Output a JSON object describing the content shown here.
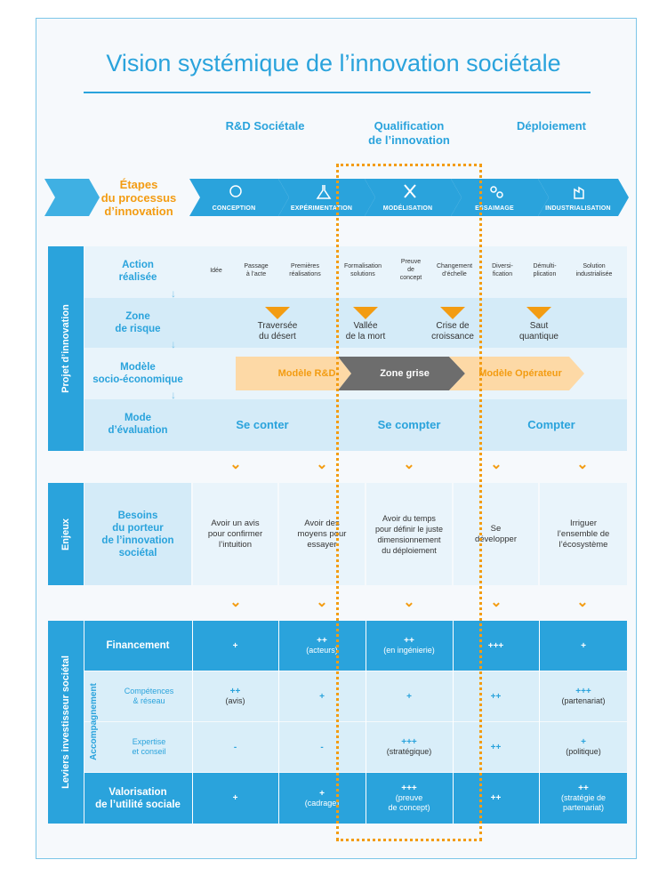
{
  "title": "Vision systémique de l’innovation sociétale",
  "phases": [
    "R&D Sociétale",
    "Qualification\nde l’innovation",
    "Déploiement"
  ],
  "etapes_label": "Étapes\ndu processus\nd’innovation",
  "steps": [
    "CONCEPTION",
    "EXPÉRIMENTATION",
    "MODÉLISATION",
    "ESSAIMAGE",
    "INDUSTRIALISATION"
  ],
  "projet": {
    "band": "Projet d’innovation",
    "action_label": "Action\nréalisée",
    "actions": [
      "Idée",
      "Passage\nà l’acte",
      "Premières\nréalisations",
      "Formalisation\nsolutions",
      "Preuve\nde\nconcept",
      "Changement\nd’échelle",
      "Diversi-\nfication",
      "Démulti-\nplication",
      "Solution\nindustrialisée"
    ],
    "risk_label": "Zone\nde risque",
    "risks": [
      "Traversée\ndu désert",
      "Vallée\nde la mort",
      "Crise de\ncroissance",
      "Saut\nquantique"
    ],
    "model_label": "Modèle\nsocio-économique",
    "models": [
      "Modèle R&D",
      "Zone grise",
      "Modèle Opérateur"
    ],
    "eval_label": "Mode\nd’évaluation",
    "evals": [
      "Se conter",
      "Se compter",
      "Compter"
    ]
  },
  "enjeux": {
    "band": "Enjeux",
    "label": "Besoins\ndu porteur\nde l’innovation\nsociétal",
    "needs": [
      "Avoir un avis\npour confirmer\nl’intuition",
      "Avoir des\nmoyens pour\nessayer",
      "Avoir du temps\npour définir le juste\ndimensionnement\ndu déploiement",
      "Se\ndévelopper",
      "Irriguer\nl’ensemble de\nl’écosystème"
    ]
  },
  "leviers": {
    "band": "Leviers investisseur sociétal",
    "accomp_band": "Accompagnement",
    "financement": {
      "label": "Financement",
      "cells": [
        [
          "+",
          ""
        ],
        [
          "++",
          "(acteurs)"
        ],
        [
          "++",
          "(en ingénierie)"
        ],
        [
          "+++",
          ""
        ],
        [
          "+",
          ""
        ]
      ]
    },
    "competences": {
      "label": "Compétences\n& réseau",
      "cells": [
        [
          "++",
          "(avis)"
        ],
        [
          "+",
          ""
        ],
        [
          "+",
          ""
        ],
        [
          "++",
          ""
        ],
        [
          "+++",
          "(partenariat)"
        ]
      ]
    },
    "expertise": {
      "label": "Expertise\net conseil",
      "cells": [
        [
          "-",
          ""
        ],
        [
          "-",
          ""
        ],
        [
          "+++",
          "(stratégique)"
        ],
        [
          "++",
          ""
        ],
        [
          "+",
          "(politique)"
        ]
      ]
    },
    "valorisation": {
      "label": "Valorisation\nde l’utilité sociale",
      "cells": [
        [
          "+",
          ""
        ],
        [
          "+",
          "(cadrage)"
        ],
        [
          "+++",
          "(preuve\nde concept)"
        ],
        [
          "++",
          ""
        ],
        [
          "++",
          "(stratégie de\npartenariat)"
        ]
      ]
    }
  },
  "colors": {
    "accent": "#2aa3dc",
    "orange": "#f39c12",
    "grey": "#6d6d6d"
  }
}
